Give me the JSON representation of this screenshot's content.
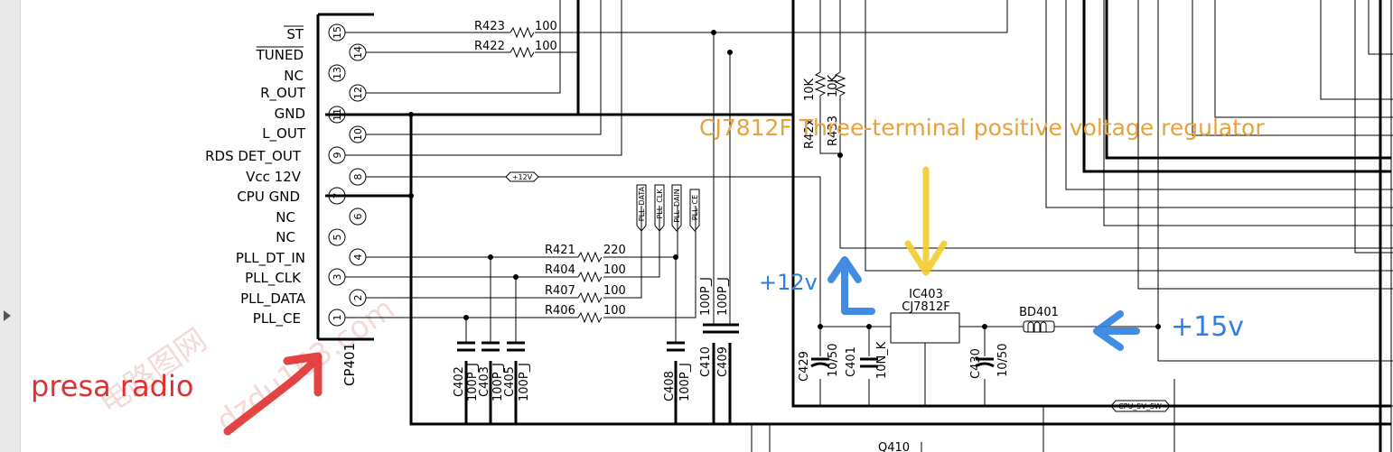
{
  "connector": {
    "ref": "CP401",
    "pins": [
      {
        "num": "15",
        "label": "ST"
      },
      {
        "num": "14",
        "label": "TUNED"
      },
      {
        "num": "13",
        "label": "NC"
      },
      {
        "num": "12",
        "label": "R_OUT"
      },
      {
        "num": "11",
        "label": "GND"
      },
      {
        "num": "10",
        "label": "L_OUT"
      },
      {
        "num": "9",
        "label": "RDS DET_OUT"
      },
      {
        "num": "8",
        "label": "Vcc 12V"
      },
      {
        "num": "7",
        "label": "CPU GND"
      },
      {
        "num": "6",
        "label": "NC"
      },
      {
        "num": "5",
        "label": "NC"
      },
      {
        "num": "4",
        "label": "PLL_DT_IN"
      },
      {
        "num": "3",
        "label": "PLL_CLK"
      },
      {
        "num": "2",
        "label": "PLL_DATA"
      },
      {
        "num": "1",
        "label": "PLL_CE"
      }
    ]
  },
  "resistors": [
    {
      "ref": "R423",
      "value": "100"
    },
    {
      "ref": "R422",
      "value": "100"
    },
    {
      "ref": "R421",
      "value": "220"
    },
    {
      "ref": "R404",
      "value": "100"
    },
    {
      "ref": "R407",
      "value": "100"
    },
    {
      "ref": "R406",
      "value": "100"
    },
    {
      "ref": "R42x",
      "value": "10K"
    },
    {
      "ref": "R433",
      "value": "10K"
    }
  ],
  "net_tags": {
    "v12": "+12V",
    "pll_data": "PLL_DATA",
    "pll_clk": "PLL_CLK",
    "pll_dain": "PLL_DAIN",
    "pll_ce": "PLL_CE",
    "cpu_5v_sw": "CPU_5V_SW"
  },
  "capacitors": [
    {
      "ref": "C402",
      "value": "100P_J"
    },
    {
      "ref": "C403",
      "value": "100P_J"
    },
    {
      "ref": "C405",
      "value": "100P_J"
    },
    {
      "ref": "C408",
      "value": "100P_J"
    },
    {
      "ref": "C410",
      "value": "100P_J"
    },
    {
      "ref": "C409",
      "value": "100P_J"
    },
    {
      "ref": "C429",
      "value": "10/50"
    },
    {
      "ref": "C401",
      "value": "10N_K"
    },
    {
      "ref": "C430",
      "value": "10/50"
    }
  ],
  "regulator": {
    "ref": "IC403",
    "part": "CJ7812F"
  },
  "bead": {
    "ref": "BD401"
  },
  "transistor": {
    "ref": "Q410"
  },
  "annotations": {
    "regulator_note": "CJ7812F Three-terminal positive voltage regulator",
    "plus12": "+12v",
    "plus15": "+15v",
    "socket": "presa radio"
  },
  "colors": {
    "orange": "#e8a23a",
    "yellow": "#f2cc2a",
    "blue": "#2f7fe0",
    "red": "#e03030"
  }
}
